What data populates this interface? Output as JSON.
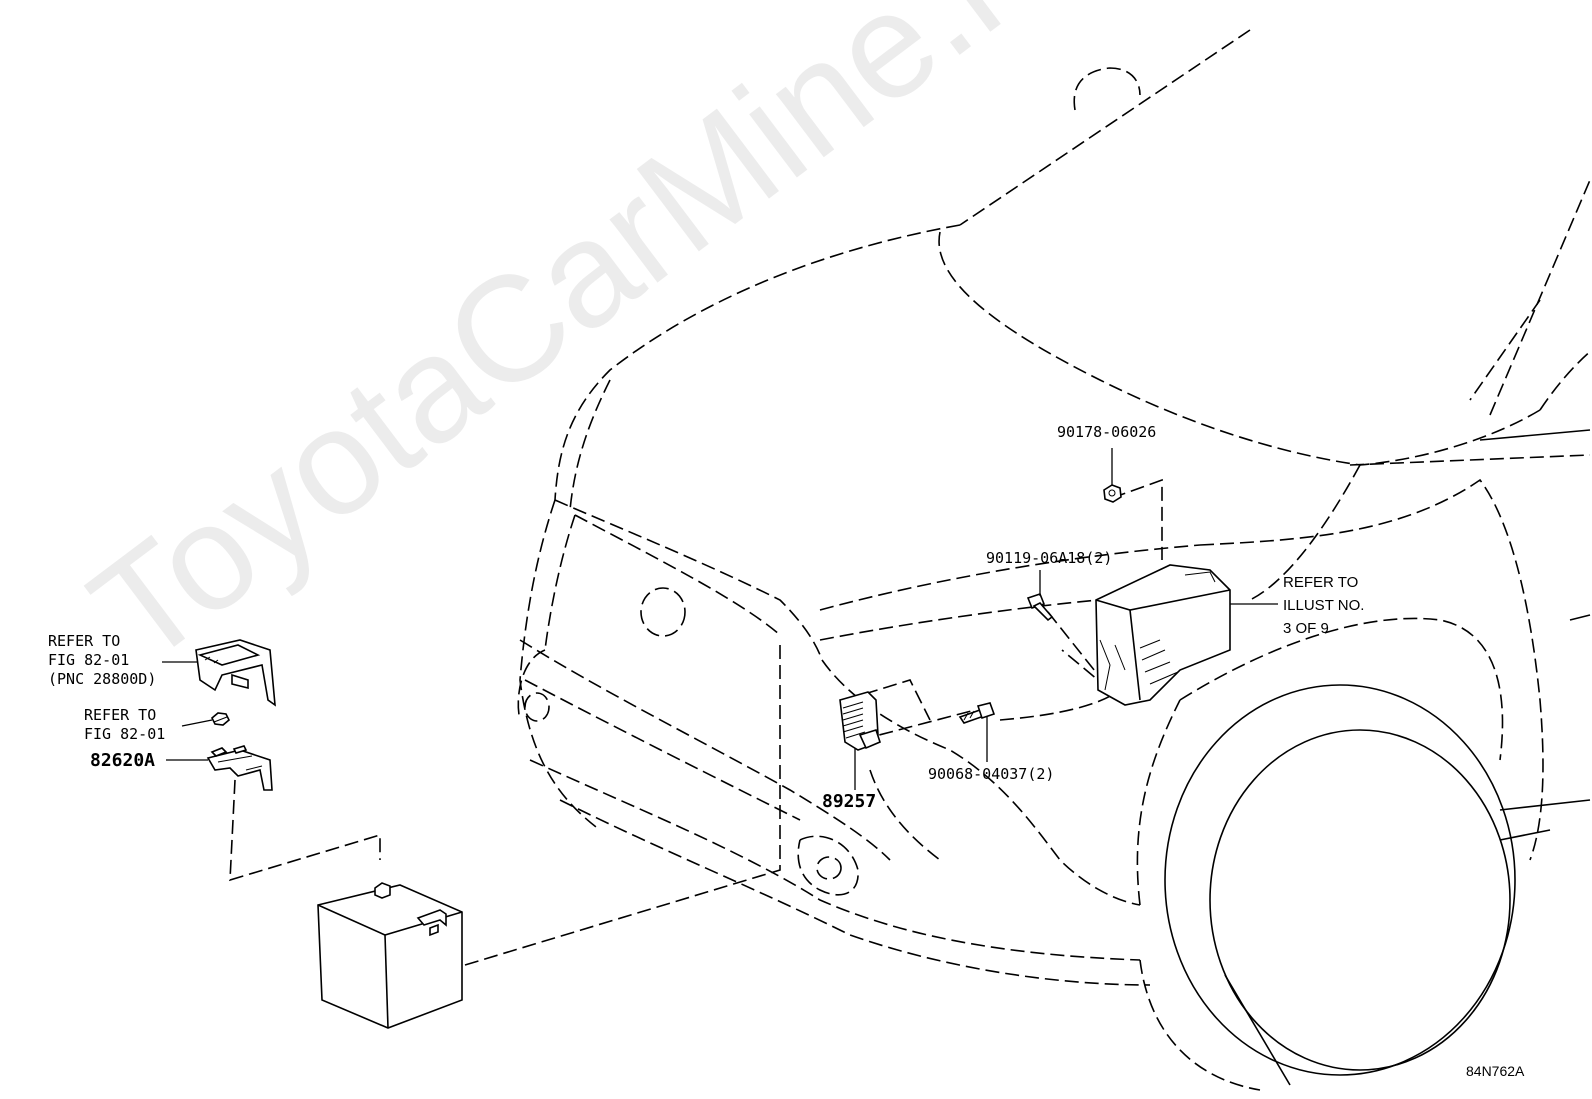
{
  "labels": {
    "refer_fig_a": "REFER TO\nFIG 82-01\n(PNC 28800D)",
    "refer_fig_b": "REFER TO\nFIG 82-01",
    "part_82620a": "82620A",
    "part_89257": "89257",
    "part_90068": "90068-04037(2)",
    "part_90119": "90119-06A18(2)",
    "part_90178": "90178-06026",
    "refer_illust": "REFER TO\nILLUST NO.\n3 OF 9",
    "illustration_code": "84N762A"
  },
  "watermark": "ToyotaCarMine.ru"
}
